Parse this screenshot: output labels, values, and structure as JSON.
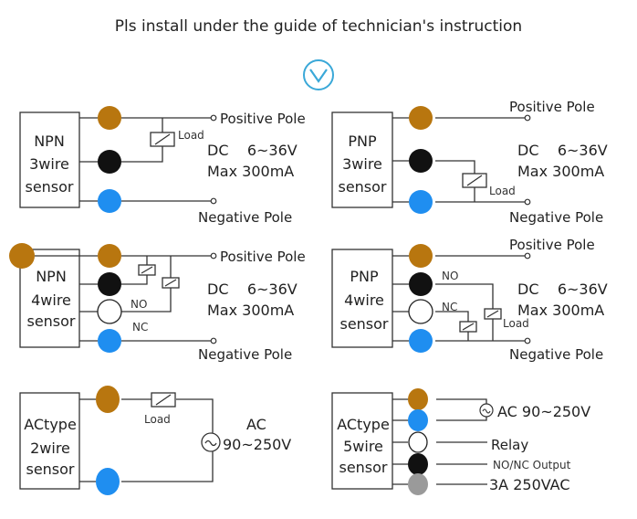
{
  "title": "Pls install under the guide of technician's instruction",
  "colors": {
    "brown": "#b8760f",
    "black": "#111111",
    "blue": "#1f8ef0",
    "white": "#ffffff",
    "gray": "#9a9a9a",
    "accent": "#3aa8d8"
  },
  "icons": {
    "header": "chevron-down-circle-icon",
    "relay": "relay-coil-icon",
    "ac_source": "ac-source-icon"
  },
  "npn3": {
    "line1": "NPN",
    "line2": "3wire",
    "line3": "sensor",
    "load": "Load",
    "positive": "Positive Pole",
    "negative": "Negative Pole",
    "dc": "DC    6~36V",
    "max": "Max 300mA"
  },
  "npn4": {
    "line1": "NPN",
    "line2": "4wire",
    "line3": "sensor",
    "no": "NO",
    "nc": "NC",
    "positive": "Positive Pole",
    "negative": "Negative Pole",
    "dc": "DC    6~36V",
    "max": "Max 300mA"
  },
  "pnp3": {
    "line1": "PNP",
    "line2": "3wire",
    "line3": "sensor",
    "load": "Load",
    "positive": "Positive Pole",
    "negative": "Negative Pole",
    "dc": "DC    6~36V",
    "max": "Max 300mA"
  },
  "pnp4": {
    "line1": "PNP",
    "line2": "4wire",
    "line3": "sensor",
    "no": "NO",
    "nc": "NC",
    "load": "Load",
    "positive": "Positive Pole",
    "negative": "Negative Pole",
    "dc": "DC    6~36V",
    "max": "Max 300mA"
  },
  "ac2": {
    "line1": "ACtype",
    "line2": "2wire",
    "line3": "sensor",
    "load": "Load",
    "ac": "AC",
    "voltage": "90~250V"
  },
  "ac5": {
    "line1": "ACtype",
    "line2": "5wire",
    "line3": "sensor",
    "supply": "AC 90~250V",
    "relay": "Relay",
    "output": "NO/NC Output",
    "rating": "3A 250VAC"
  }
}
